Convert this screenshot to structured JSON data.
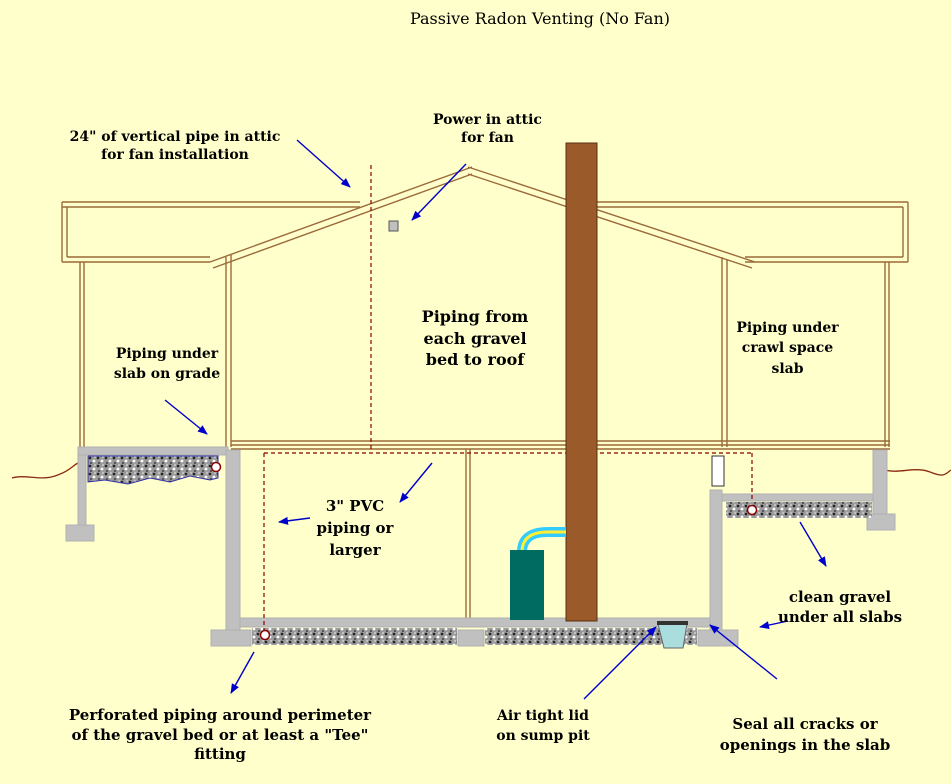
{
  "title": "Passive Radon Venting (No Fan)",
  "labels": {
    "vertical_pipe": "24\" of vertical pipe in attic\nfor fan installation",
    "power": "Power in attic\nfor fan",
    "piping_roof": "Piping from\neach gravel\nbed to roof",
    "crawl_space": "Piping under\ncrawl space\nslab",
    "slab_on_grade": "Piping under\nslab on grade",
    "pvc": "3\" PVC\npiping or\nlarger",
    "clean_gravel": "clean gravel\nunder all slabs",
    "perforated": "Perforated piping around perimeter\nof the gravel bed or at least a \"Tee\"\nfitting",
    "sump_lid": "Air tight lid\non sump pit",
    "seal": "Seal all cracks or\nopenings in the slab"
  },
  "colors": {
    "background": "#ffffcc",
    "framing": "#9a6a3a",
    "vent_stack": "#9b5a2a",
    "concrete": "#c0c0c0",
    "arrows": "#0000cc",
    "pvc_dashed": "#8b0000",
    "furnace": "#006b60",
    "duct": "#33ccff"
  }
}
